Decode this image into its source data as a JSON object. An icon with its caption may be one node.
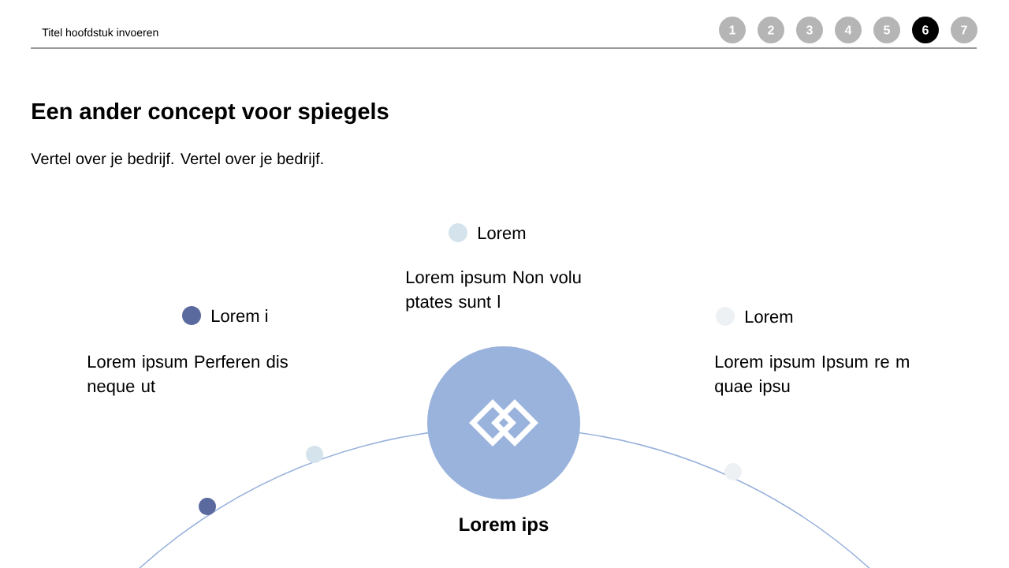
{
  "diagram": {
    "title": "Een ander concept voor spiegels",
    "nodes": [
      {
        "text": [
          "1"
        ]
      },
      {
        "text": [
          "2"
        ]
      },
      {
        "text": [
          "3"
        ]
      },
      {
        "text": [
          "4"
        ]
      },
      {
        "text": [
          "5"
        ]
      },
      {
        "text": [
          "6"
        ]
      },
      {
        "text": [
          "7"
        ]
      },
      {
        "text": [
          "Lorem ips"
        ]
      }
    ],
    "labels": [
      "Titel hoofdstuk invoeren",
      "Vertel over je bedrijf. Vertel over je bedrijf.",
      "Lorem ipsum Non volu ptates sunt l",
      "Lorem ipsum Perferen dis neque ut",
      "Lorem ipsum Ipsum re m quae ipsu"
    ],
    "legend": [
      {
        "text": "Lorem",
        "color": "#d5e4ec"
      },
      {
        "text": "Lorem i",
        "color": "#5a6a9e"
      },
      {
        "text": "Lorem",
        "color": "#eef1f4"
      }
    ]
  }
}
